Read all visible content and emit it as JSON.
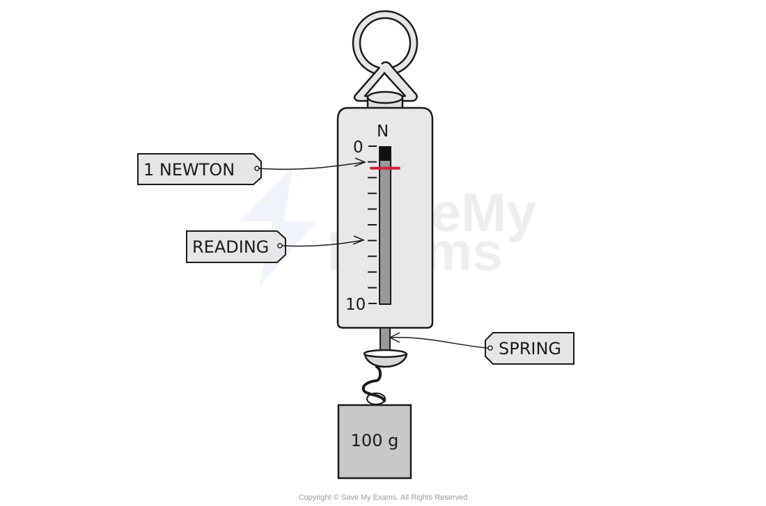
{
  "labels": {
    "one_newton": "1  NEWTON",
    "reading": "READING",
    "spring": "SPRING"
  },
  "scale": {
    "unit": "N",
    "min_label": "0",
    "max_label": "10",
    "min_value": 0,
    "max_value": 10,
    "minor_ticks": 10,
    "marker_value": 1,
    "marker_color": "#d4213d"
  },
  "mass": {
    "label": "100 g"
  },
  "watermark": {
    "line1": "SaveMy",
    "line2": "Exams"
  },
  "footer": {
    "copyright": "Copyright © Save My Exams. All Rights Reserved"
  },
  "colors": {
    "outline": "#1a1a1a",
    "body_fill": "#e8e8e8",
    "tag_fill": "#e6e6e6",
    "bar_fill": "#999999",
    "mass_fill": "#c8c8c8",
    "watermark": "#eeeeee"
  }
}
